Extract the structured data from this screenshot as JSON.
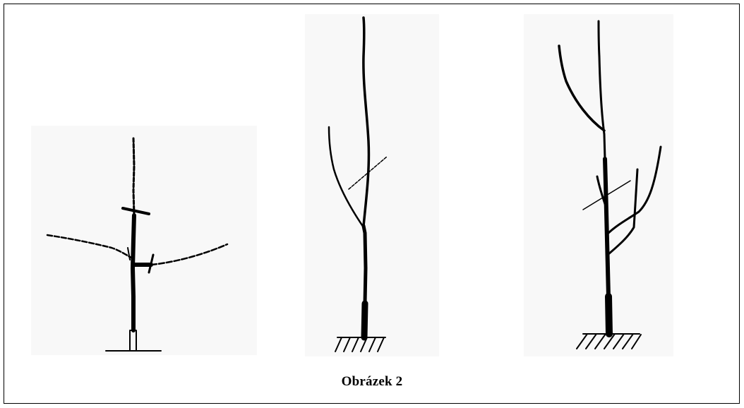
{
  "figure": {
    "caption": "Obrázek 2",
    "panels": [
      "tree-1-first-year-pruning",
      "tree-2-whip-with-branch",
      "tree-3-branched-tree"
    ],
    "colors": {
      "ink": "#000000",
      "panel_background": "#f7f7f7",
      "border": "#000000"
    }
  }
}
